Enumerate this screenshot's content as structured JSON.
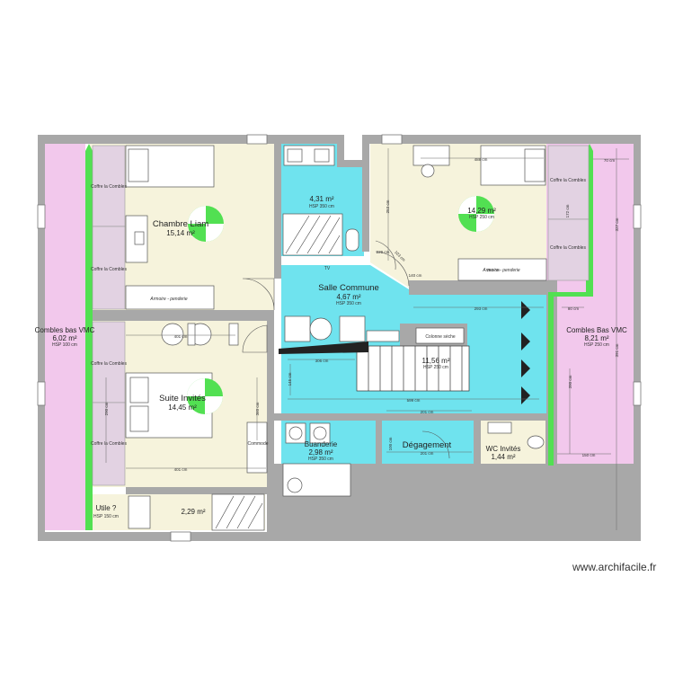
{
  "watermark": "www.archifacile.fr",
  "rooms": [
    {
      "id": "chambre-liam",
      "name": "Chambre Liam",
      "area": "15,14 m²",
      "hsp": ""
    },
    {
      "id": "bedroom-right",
      "name": "",
      "area": "14,29 m²",
      "hsp": "HSP 250 cm"
    },
    {
      "id": "sdb-top",
      "name": "",
      "area": "4,31 m²",
      "hsp": "HSP 350 cm"
    },
    {
      "id": "salle-commune",
      "name": "Salle Commune",
      "area": "4,67 m²",
      "hsp": "HSP 350 cm"
    },
    {
      "id": "stairs",
      "name": "",
      "area": "11,56 m²",
      "hsp": "HSP 250 cm"
    },
    {
      "id": "suite-invites",
      "name": "Suite Invités",
      "area": "14,45 m²",
      "hsp": ""
    },
    {
      "id": "combles-left",
      "name": "Combles bas VMC",
      "area": "6,02 m²",
      "hsp": "HSP 100 cm"
    },
    {
      "id": "combles-right",
      "name": "Combles Bas VMC",
      "area": "8,21 m²",
      "hsp": "HSP 250 cm"
    },
    {
      "id": "buanderie",
      "name": "Buanderie",
      "area": "2,98 m²",
      "hsp": "HSP 350 cm"
    },
    {
      "id": "degagement",
      "name": "Dégagement",
      "area": "",
      "hsp": ""
    },
    {
      "id": "wc",
      "name": "WC Invités",
      "area": "1,44 m²",
      "hsp": ""
    },
    {
      "id": "utile",
      "name": "Utile ?",
      "area": "",
      "hsp": "HSP 150 cm"
    },
    {
      "id": "shower-bottom",
      "name": "",
      "area": "2,29 m²",
      "hsp": ""
    }
  ],
  "furniture_labels": {
    "coffre": "Coffre la Combles",
    "armoire_left": "Armoire - penderie",
    "armoire_right": "Armoire - penderie",
    "colonne": "Colonne sèche",
    "commode": "Commode",
    "tv": "TV"
  },
  "dimensions": {
    "d401_top": "401 cm",
    "d401_bottom": "401 cm",
    "d488": "488 cm",
    "d253": "253 cm",
    "d293": "293 cm",
    "d599": "599 cm",
    "d306": "306 cm",
    "d145": "145 cm",
    "d201a": "201 cm",
    "d201b": "201 cm",
    "d100": "100 cm",
    "d150": "150 cm",
    "d327": "327 cm",
    "d390": "390 cm",
    "d290": "290 cm",
    "d360": "360 cm",
    "d80": "80 cm",
    "d70": "70 cm",
    "d391": "391 cm",
    "d283": "283 cm",
    "d140": "140 cm",
    "d103": "103 cm",
    "d229": "229 cm",
    "d172": "172 cm"
  },
  "colors": {
    "wall": "#a8a8a8",
    "cream": "#f6f3dc",
    "pink": "#f2c8ec",
    "cyan": "#6fe3ee",
    "green": "#52e052",
    "furniture": "#e2d2e2"
  }
}
